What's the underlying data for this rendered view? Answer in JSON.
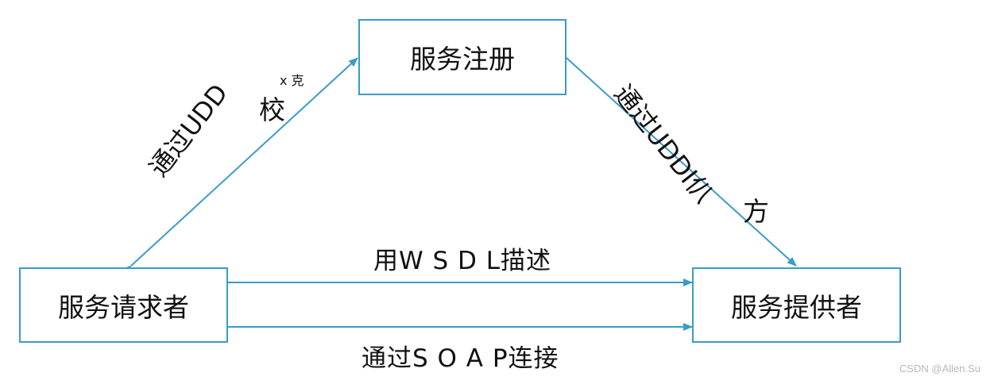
{
  "nodes": {
    "registry": "服务注册",
    "requester": "服务请求者",
    "provider": "服务提供者"
  },
  "edges": {
    "wsdl": "用W S D L描述",
    "soap": "通过S O A P连接",
    "left_text": "通过UDD",
    "left_char": "校",
    "left_sup": "x 克",
    "right_text": "通过UDDI仈",
    "right_char": "方"
  },
  "watermark": "CSDN @Allen.Su",
  "colors": {
    "accent": "#3a9bc9",
    "text": "#111111"
  }
}
